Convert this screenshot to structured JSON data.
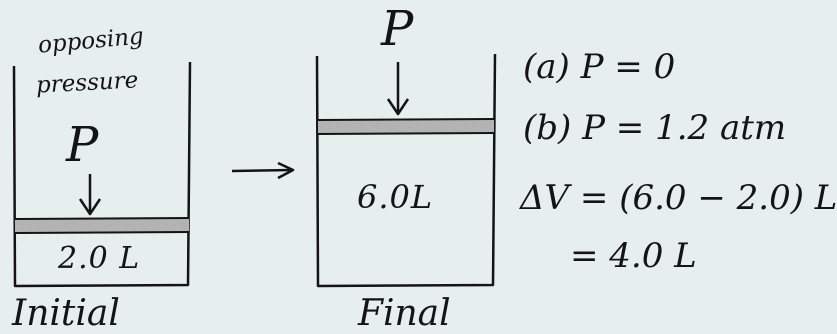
{
  "initial": {
    "label_line1": "opposing",
    "label_line2": "pressure",
    "pressure_symbol": "P",
    "volume": "2.0 L",
    "caption": "Initial"
  },
  "final": {
    "pressure_symbol": "P",
    "volume": "6.0L",
    "caption": "Final"
  },
  "equations": {
    "a": "(a) P = 0",
    "b": "(b) P = 1.2 atm",
    "delta_v": "ΔV = (6.0 − 2.0) L",
    "result": "= 4.0 L"
  },
  "colors": {
    "ink": "#141414",
    "piston": "#b3b3b3",
    "background": "#e6eeee"
  }
}
